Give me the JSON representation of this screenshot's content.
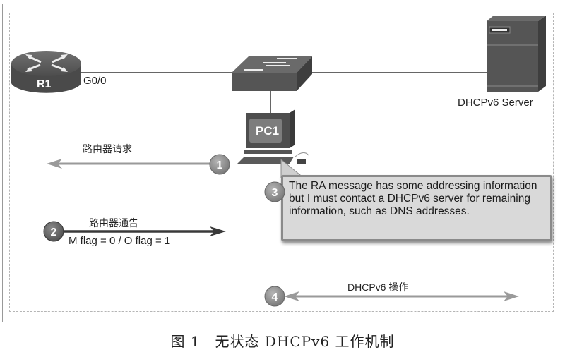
{
  "diagram": {
    "devices": {
      "router": {
        "label": "R1",
        "interface": "G0/0"
      },
      "switch": {
        "label": ""
      },
      "pc": {
        "label": "PC1"
      },
      "server": {
        "label": "DHCPv6 Server"
      }
    },
    "steps": [
      {
        "number": "1",
        "label": "路由器请求",
        "direction": "left"
      },
      {
        "number": "2",
        "label": "路由器通告",
        "sublabel": "M flag = 0 / O flag = 1",
        "direction": "right"
      },
      {
        "number": "3",
        "callout": "The RA message has some addressing information but I must contact a DHCPv6 server for remaining information, such as DNS addresses."
      },
      {
        "number": "4",
        "label": "DHCPv6 操作",
        "direction": "both"
      }
    ],
    "caption": "图 1　无状态 DHCPv6 工作机制"
  },
  "colors": {
    "device_dark": "#4a4a4a",
    "arrow_light": "#9a9a9a",
    "arrow_dark": "#3a3a3a",
    "callout_bg": "#d9d9d9"
  }
}
